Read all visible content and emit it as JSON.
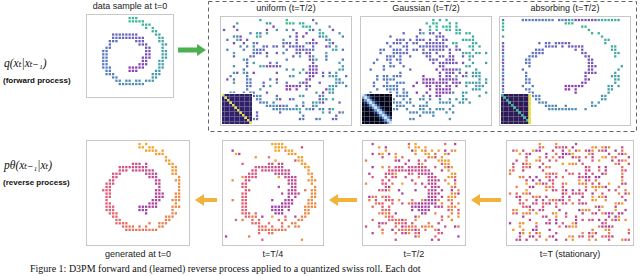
{
  "diagram": {
    "caption": "Figure 1: D3PM forward and (learned) reverse process applied to a quantized swiss roll. Each dot",
    "nodes": [
      {
        "text": [
          "data sample at t=0"
        ]
      },
      {
        "text": [
          "uniform (t=T/2)"
        ]
      },
      {
        "text": [
          "Gaussian (t=T/2)"
        ]
      },
      {
        "text": [
          "absorbing (t=T/2)"
        ]
      },
      {
        "text": [
          "generated at t=0"
        ]
      },
      {
        "text": [
          "t=T/4"
        ]
      },
      {
        "text": [
          "t=T/2"
        ]
      },
      {
        "text": [
          "t=T (stationary)"
        ]
      }
    ],
    "edges": [
      {
        "from": 0,
        "to": 1,
        "arrow": "to"
      },
      {
        "from": 7,
        "to": 6,
        "arrow": "to"
      },
      {
        "from": 6,
        "to": 5,
        "arrow": "to"
      },
      {
        "from": 5,
        "to": 4,
        "arrow": "to"
      }
    ],
    "labels": [
      "q(xₜ|xₜ₋₁)",
      "(forward process)",
      "pθ(xₜ₋₁|xₜ)",
      "(reverse process)"
    ]
  }
}
